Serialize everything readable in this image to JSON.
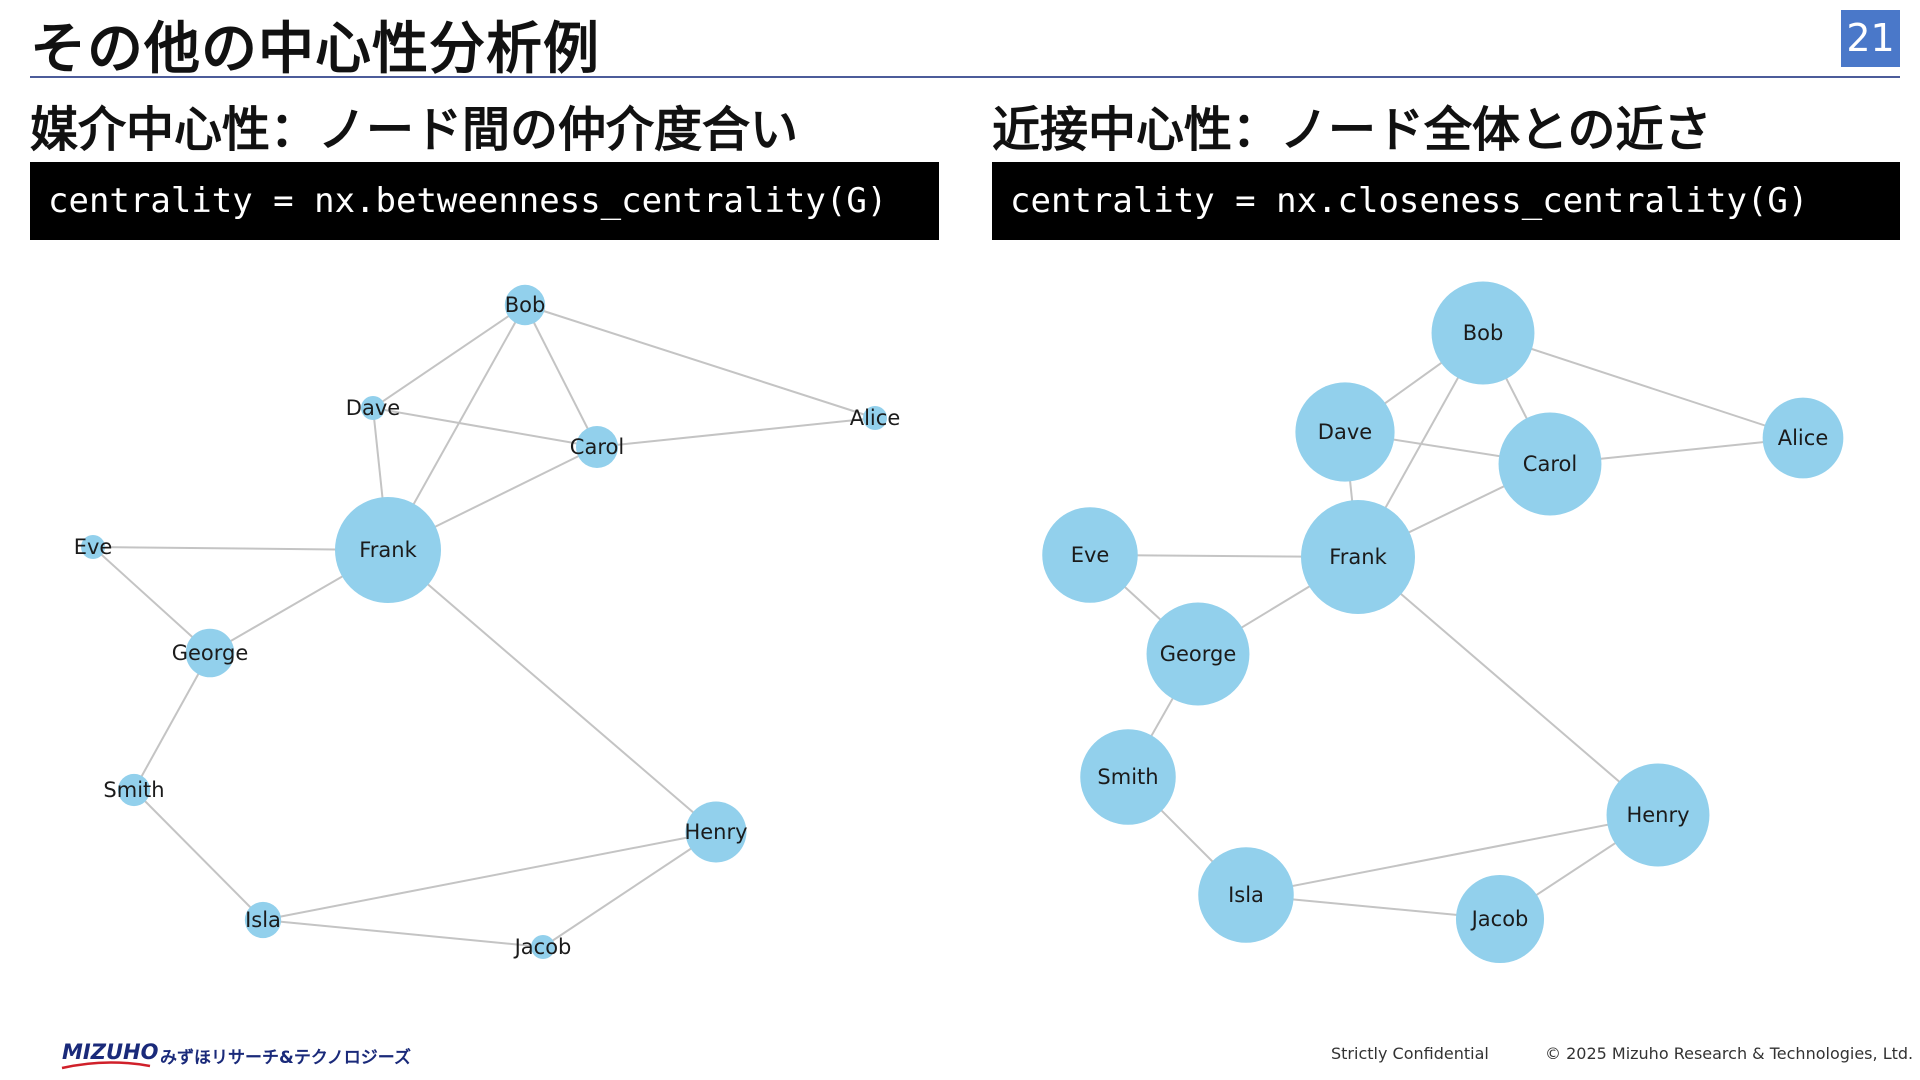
{
  "slide": {
    "title": "その他の中心性分析例",
    "page_number": "21"
  },
  "left_panel": {
    "heading": "媒介中心性：ノード間の仲介度合い",
    "code": "centrality = nx.betweenness_centrality(G)"
  },
  "right_panel": {
    "heading": "近接中心性：ノード全体との近さ",
    "code": "centrality = nx.closeness_centrality(G)"
  },
  "footer": {
    "logo": "MIZUHO",
    "company": "みずほリサーチ&テクノロジーズ",
    "confidential": "Strictly Confidential",
    "copyright": "© 2025 Mizuho Research & Technologies, Ltd."
  },
  "colors": {
    "node_fill": "#92d0ec",
    "edge": "#c4c4c4",
    "page_number_bg": "#4a78c9",
    "title_rule": "#4c5c9a",
    "code_bg": "#000000"
  },
  "chart_data": [
    {
      "type": "network",
      "nodes": [
        "Alice",
        "Bob",
        "Carol",
        "Dave",
        "Eve",
        "Frank",
        "George",
        "Smith",
        "Isla",
        "Jacob",
        "Henry"
      ],
      "edges": [
        [
          "Bob",
          "Alice"
        ],
        [
          "Bob",
          "Dave"
        ],
        [
          "Bob",
          "Carol"
        ],
        [
          "Bob",
          "Frank"
        ],
        [
          "Dave",
          "Carol"
        ],
        [
          "Dave",
          "Frank"
        ],
        [
          "Carol",
          "Alice"
        ],
        [
          "Carol",
          "Frank"
        ],
        [
          "Eve",
          "Frank"
        ],
        [
          "Eve",
          "George"
        ],
        [
          "Frank",
          "George"
        ],
        [
          "Frank",
          "Henry"
        ],
        [
          "George",
          "Smith"
        ],
        [
          "Smith",
          "Isla"
        ],
        [
          "Isla",
          "Henry"
        ],
        [
          "Isla",
          "Jacob"
        ],
        [
          "Jacob",
          "Henry"
        ]
      ],
      "centrality_metric": "betweenness",
      "relative_node_size": {
        "Alice": 0.0,
        "Bob": 0.2,
        "Carol": 0.22,
        "Dave": 0.0,
        "Eve": 0.0,
        "Frank": 1.0,
        "George": 0.3,
        "Smith": 0.1,
        "Isla": 0.15,
        "Jacob": 0.0,
        "Henry": 0.45
      }
    },
    {
      "type": "network",
      "nodes": [
        "Alice",
        "Bob",
        "Carol",
        "Dave",
        "Eve",
        "Frank",
        "George",
        "Smith",
        "Isla",
        "Jacob",
        "Henry"
      ],
      "edges": [
        [
          "Bob",
          "Alice"
        ],
        [
          "Bob",
          "Dave"
        ],
        [
          "Bob",
          "Carol"
        ],
        [
          "Bob",
          "Frank"
        ],
        [
          "Dave",
          "Carol"
        ],
        [
          "Dave",
          "Frank"
        ],
        [
          "Carol",
          "Alice"
        ],
        [
          "Carol",
          "Frank"
        ],
        [
          "Eve",
          "Frank"
        ],
        [
          "Eve",
          "George"
        ],
        [
          "Frank",
          "George"
        ],
        [
          "Frank",
          "Henry"
        ],
        [
          "George",
          "Smith"
        ],
        [
          "Smith",
          "Isla"
        ],
        [
          "Isla",
          "Henry"
        ],
        [
          "Isla",
          "Jacob"
        ],
        [
          "Jacob",
          "Henry"
        ]
      ],
      "centrality_metric": "closeness",
      "relative_node_size": {
        "Alice": 0.55,
        "Bob": 0.85,
        "Carol": 0.85,
        "Dave": 0.8,
        "Eve": 0.75,
        "Frank": 1.0,
        "George": 0.85,
        "Smith": 0.75,
        "Isla": 0.75,
        "Jacob": 0.65,
        "Henry": 0.85
      }
    }
  ]
}
